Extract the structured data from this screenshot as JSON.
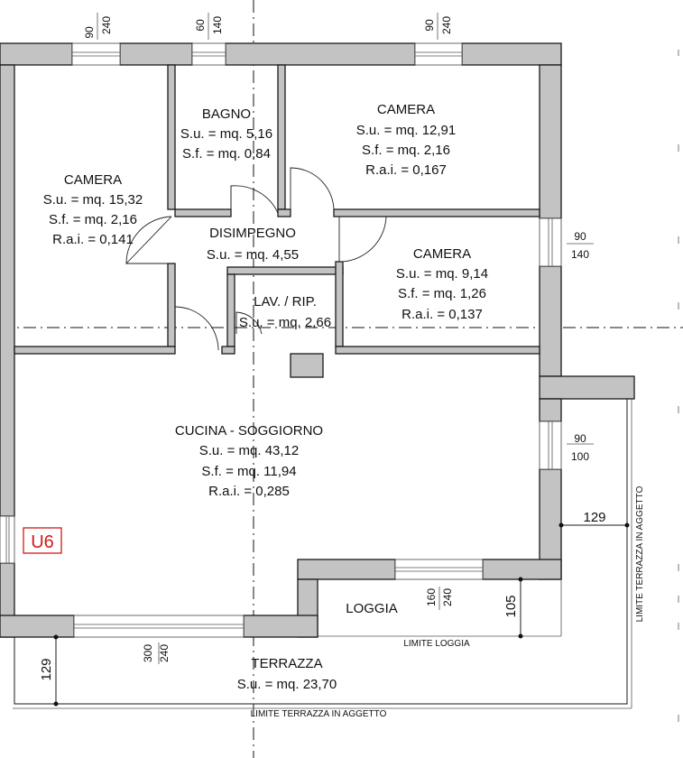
{
  "unit_badge": "U6",
  "rooms": {
    "camera_left": {
      "name": "CAMERA",
      "su": "S.u. = mq. 15,32",
      "sf": "S.f. = mq. 2,16",
      "rai": "R.a.i. = 0,141"
    },
    "bagno": {
      "name": "BAGNO",
      "su": "S.u. = mq. 5,16",
      "sf": "S.f. = mq. 0,84"
    },
    "camera_top_right": {
      "name": "CAMERA",
      "su": "S.u. = mq. 12,91",
      "sf": "S.f. = mq. 2,16",
      "rai": "R.a.i. = 0,167"
    },
    "disimpegno": {
      "name": "DISIMPEGNO",
      "su": "S.u. = mq. 4,55"
    },
    "camera_mid_right": {
      "name": "CAMERA",
      "su": "S.u. = mq. 9,14",
      "sf": "S.f. = mq. 1,26",
      "rai": "R.a.i. = 0,137"
    },
    "lav_rip": {
      "name": "LAV. / RIP.",
      "su": "S.u. = mq. 2,66"
    },
    "cucina": {
      "name": "CUCINA - SOGGIORNO",
      "su": "S.u. = mq. 43,12",
      "sf": "S.f. = mq. 11,94",
      "rai": "R.a.i. = 0,285"
    },
    "loggia": {
      "name": "LOGGIA"
    },
    "terrazza": {
      "name": "TERRAZZA",
      "su": "S.u. = mq. 23,70"
    }
  },
  "limits": {
    "loggia": "LIMITE LOGGIA",
    "terrazza_bottom": "LIMITE TERRAZZA IN AGGETTO",
    "terrazza_side": "LIMITE TERRAZZA IN AGGETTO"
  },
  "window_dims": {
    "top_left": {
      "width": "90",
      "height": "240"
    },
    "top_bagno": {
      "width": "60",
      "height": "140"
    },
    "top_right": {
      "width": "90",
      "height": "240"
    },
    "right_camera": {
      "width": "90",
      "height": "140"
    },
    "right_cucina": {
      "width": "90",
      "height": "100"
    },
    "loggia_door": {
      "width": "160",
      "height": "240"
    },
    "terrace_door": {
      "width": "300",
      "height": "240"
    }
  },
  "dims": {
    "right_overhang": "129",
    "loggia_depth": "105",
    "terrace_depth": "129"
  }
}
